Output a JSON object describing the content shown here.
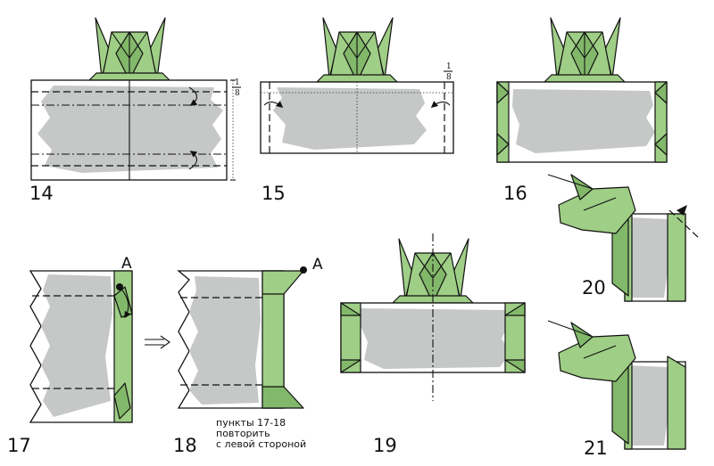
{
  "steps": [
    {
      "number": "14"
    },
    {
      "number": "15"
    },
    {
      "number": "16"
    },
    {
      "number": "17"
    },
    {
      "number": "18"
    },
    {
      "number": "19"
    },
    {
      "number": "20"
    },
    {
      "number": "21"
    }
  ],
  "fraction": {
    "numerator": "1",
    "denominator": "8"
  },
  "point_label": "A",
  "caption": [
    "пункты 17-18",
    "повторить",
    "с левой стороной"
  ]
}
